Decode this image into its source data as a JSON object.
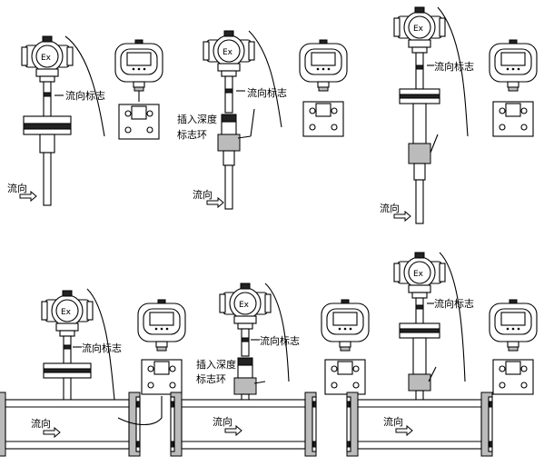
{
  "labels": {
    "flow_direction_mark": "流向标志",
    "flow": "流向",
    "insertion_depth_line1": "插入深度",
    "insertion_depth_line2": "标志环",
    "ex_mark": "Ex"
  },
  "panels": [
    {
      "id": "panel-1",
      "variant": "flange-pipe-clamp",
      "has_depth_ring": false,
      "has_pipe_body": false
    },
    {
      "id": "panel-2",
      "variant": "ball-valve-insertion",
      "has_depth_ring": true,
      "has_pipe_body": false
    },
    {
      "id": "panel-3",
      "variant": "ball-valve-long",
      "has_depth_ring": false,
      "has_pipe_body": false
    },
    {
      "id": "panel-4",
      "variant": "flanged-pipe",
      "has_depth_ring": false,
      "has_pipe_body": true
    },
    {
      "id": "panel-5",
      "variant": "flanged-pipe-valve",
      "has_depth_ring": true,
      "has_pipe_body": true
    },
    {
      "id": "panel-6",
      "variant": "flanged-pipe-long",
      "has_depth_ring": false,
      "has_pipe_body": true
    }
  ]
}
